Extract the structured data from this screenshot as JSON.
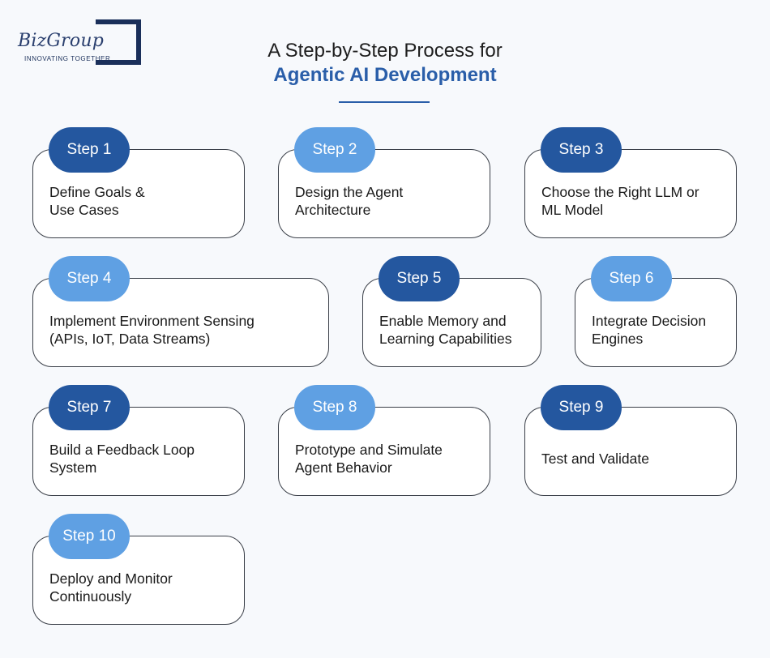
{
  "logo": {
    "name": "BizGroup",
    "tagline": "INNOVATING TOGETHER"
  },
  "header": {
    "title_line1": "A Step-by-Step Process for",
    "title_line2": "Agentic AI Development"
  },
  "steps": [
    {
      "label": "Step 1",
      "text": "Define Goals &\nUse Cases"
    },
    {
      "label": "Step 2",
      "text": "Design the Agent\nArchitecture"
    },
    {
      "label": "Step 3",
      "text": "Choose the Right LLM or\nML Model"
    },
    {
      "label": "Step 4",
      "text": "Implement Environment Sensing\n(APIs, IoT, Data Streams)"
    },
    {
      "label": "Step 5",
      "text": "Enable Memory and\nLearning Capabilities"
    },
    {
      "label": "Step 6",
      "text": "Integrate Decision\nEngines"
    },
    {
      "label": "Step 7",
      "text": "Build a Feedback Loop\nSystem"
    },
    {
      "label": "Step 8",
      "text": "Prototype and Simulate\nAgent Behavior"
    },
    {
      "label": "Step 9",
      "text": "Test and Validate"
    },
    {
      "label": "Step 10",
      "text": "Deploy and Monitor\nContinuously"
    }
  ],
  "colors": {
    "pill_dark": "#24579f",
    "pill_light": "#5fa0e3",
    "accent": "#2a5ea9"
  }
}
